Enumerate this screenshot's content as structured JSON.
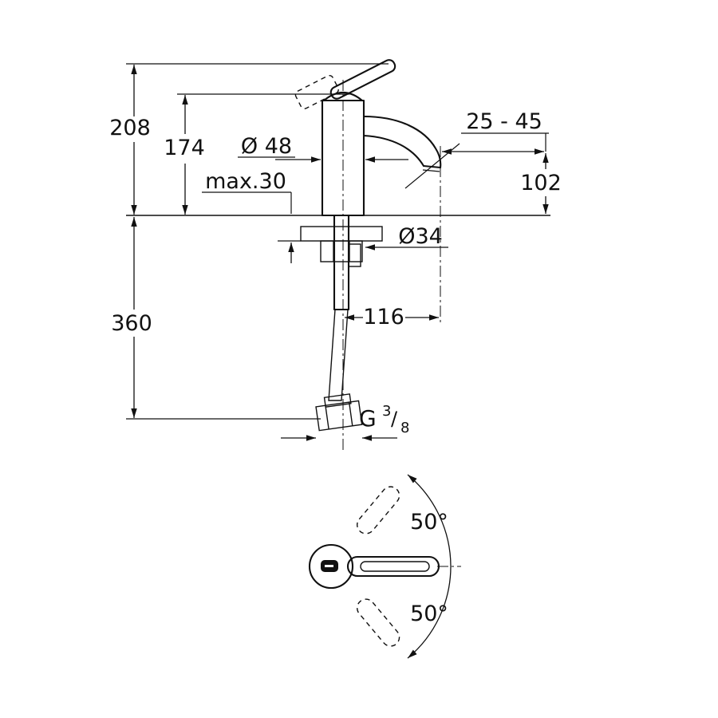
{
  "drawing": {
    "dims": {
      "overall_height": "208",
      "body_height": "174",
      "body_diameter": "Ø 48",
      "deck_thickness_max": "max.30",
      "spout_range": "25 - 45",
      "spout_height": "102",
      "hole_diameter": "Ø34",
      "spout_projection": "116",
      "hose_length": "360",
      "thread_prefix": "G",
      "thread_numerator": "3",
      "thread_slash": "/",
      "thread_denominator": "8",
      "angle_upper": "50°",
      "angle_lower": "50°"
    },
    "colors": {
      "line": "#111111",
      "background": "#ffffff"
    }
  }
}
